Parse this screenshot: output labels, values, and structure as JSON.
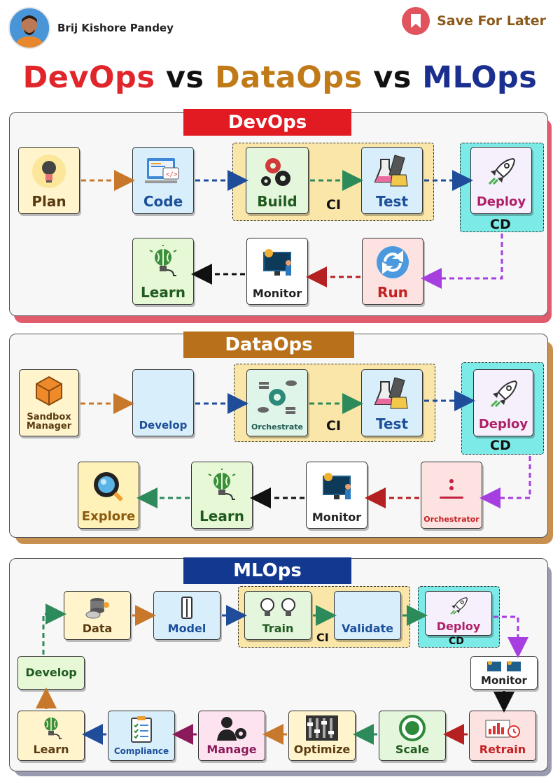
{
  "author": {
    "name": "Brij Kishore Pandey"
  },
  "save": {
    "label": "Save For Later",
    "icon": "bookmark-icon"
  },
  "title": {
    "part1": "DevOps",
    "vs1": " vs ",
    "part2": "DataOps",
    "vs2": " vs ",
    "part3": "MLOps",
    "colors": {
      "devops": "#e0262b",
      "dataops": "#c07a18",
      "mlops": "#1a2f8f",
      "vs": "#111111"
    }
  },
  "devops": {
    "banner": "DevOps",
    "colors": {
      "banner": "#e21b23",
      "shadow": "#e05b6c"
    },
    "ci_label": "CI",
    "cd_label": "CD",
    "steps": {
      "plan": "Plan",
      "code": "Code",
      "build": "Build",
      "test": "Test",
      "deploy": "Deploy",
      "run": "Run",
      "monitor": "Monitor",
      "learn": "Learn"
    }
  },
  "dataops": {
    "banner": "DataOps",
    "colors": {
      "banner": "#b8701a",
      "shadow": "#c79050"
    },
    "ci_label": "CI",
    "cd_label": "CD",
    "steps": {
      "sandbox": "Sandbox\nManager",
      "develop": "Develop",
      "orchestrate": "Orchestrate",
      "test": "Test",
      "deploy": "Deploy",
      "orchestrator": "Orchestrator",
      "monitor": "Monitor",
      "learn": "Learn",
      "explore": "Explore"
    }
  },
  "mlops": {
    "banner": "MLOps",
    "colors": {
      "banner": "#13388f",
      "shadow": "#9a9ab0"
    },
    "ci_label": "CI",
    "cd_label": "CD",
    "steps": {
      "data": "Data",
      "model": "Model",
      "train": "Train",
      "validate": "Validate",
      "deploy": "Deploy",
      "monitor": "Monitor",
      "retrain": "Retrain",
      "scale": "Scale",
      "optimize": "Optimize",
      "manage": "Manage",
      "compliance": "Compliance",
      "learn": "Learn",
      "develop": "Develop"
    }
  }
}
